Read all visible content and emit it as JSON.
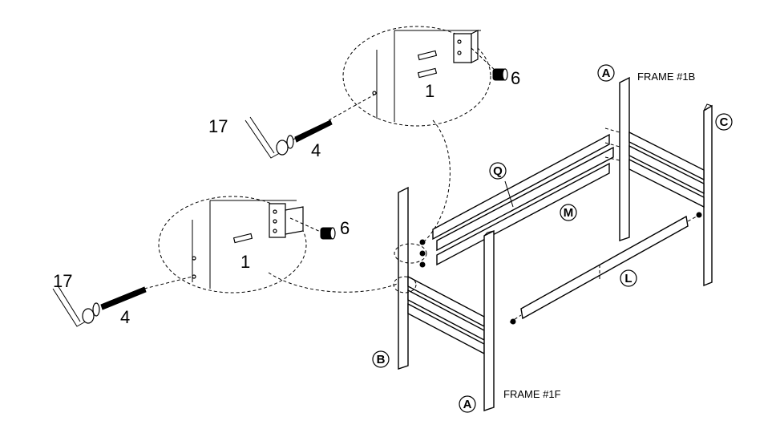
{
  "labels": {
    "frame_back": "FRAME #1B",
    "frame_front": "FRAME #1F",
    "circle_a_top": "A",
    "circle_a_bottom": "A",
    "circle_b": "B",
    "circle_c": "C",
    "circle_q": "Q",
    "circle_m": "M",
    "circle_l": "L"
  },
  "parts_upper": {
    "wrench": "17",
    "bolt": "4",
    "dowel": "1",
    "barrel_nut": "6"
  },
  "parts_lower": {
    "wrench": "17",
    "bolt": "4",
    "dowel": "1",
    "barrel_nut": "6"
  }
}
